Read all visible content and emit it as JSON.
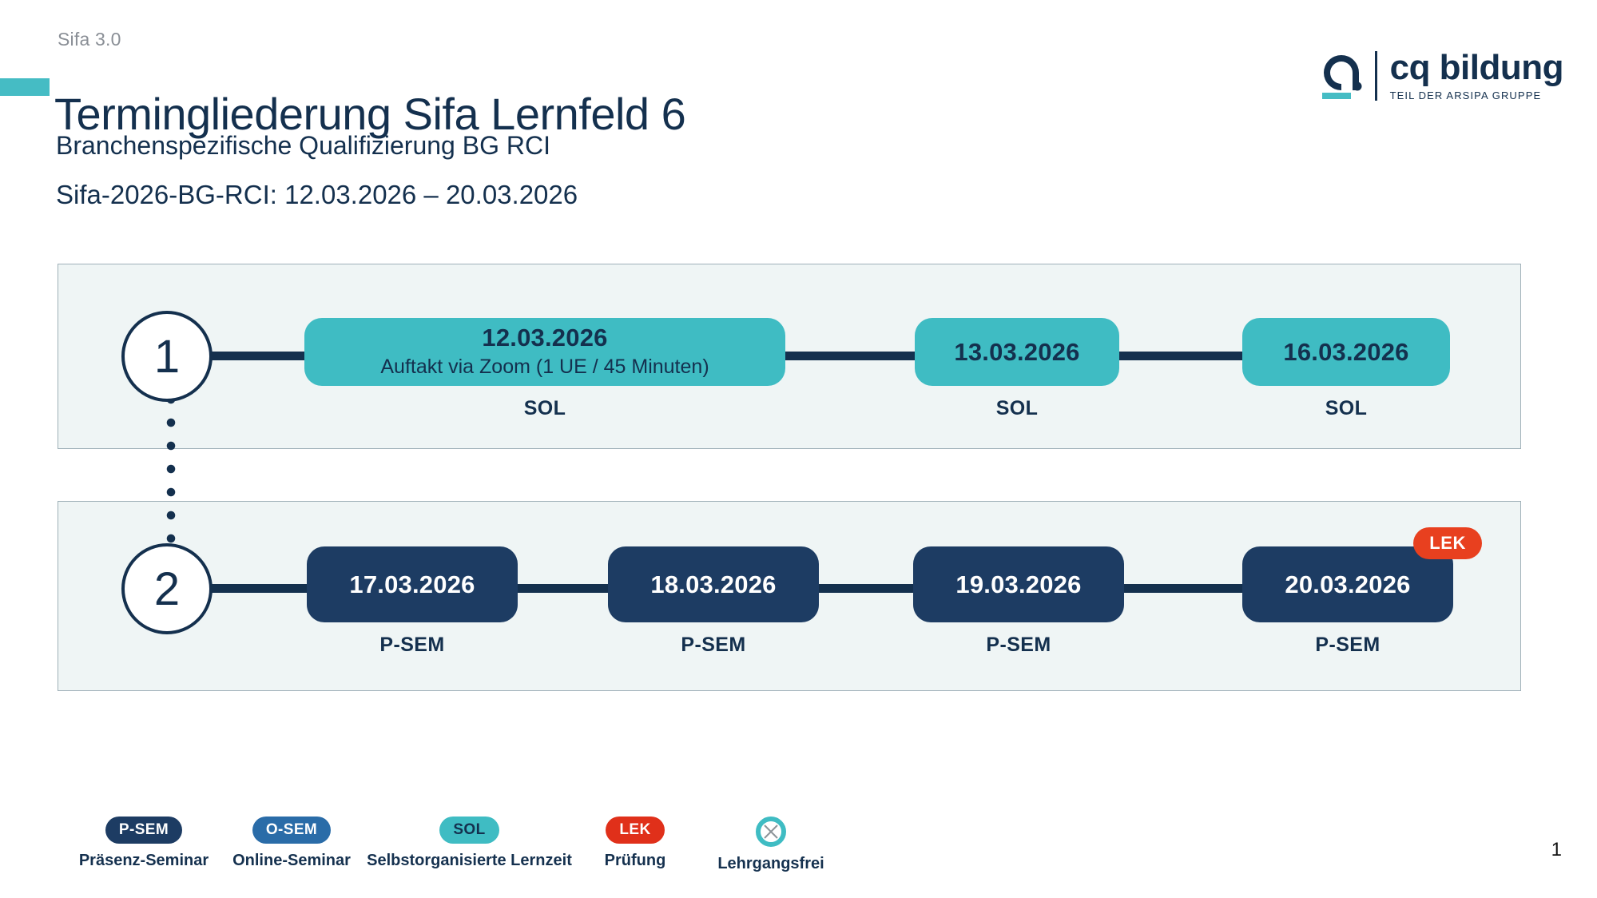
{
  "header": {
    "eyebrow": "Sifa 3.0",
    "title": "Termingliederung Sifa Lernfeld 6",
    "subtitle1": "Branchenspezifische Qualifizierung BG RCI",
    "subtitle2": "Sifa-2026-BG-RCI: 12.03.2026 – 20.03.2026"
  },
  "logo": {
    "mark": "cq-logo-mark",
    "word": "cq bildung",
    "tagline": "TEIL DER ARSIPA GRUPPE"
  },
  "timeline": {
    "phases": [
      {
        "number": "1",
        "nodes": [
          {
            "date": "12.03.2026",
            "sub": "Auftakt via Zoom  (1 UE / 45 Minuten)",
            "caption": "SOL",
            "type": "sol",
            "badge": ""
          },
          {
            "date": "13.03.2026",
            "sub": "",
            "caption": "SOL",
            "type": "sol",
            "badge": ""
          },
          {
            "date": "16.03.2026",
            "sub": "",
            "caption": "SOL",
            "type": "sol",
            "badge": ""
          }
        ]
      },
      {
        "number": "2",
        "nodes": [
          {
            "date": "17.03.2026",
            "sub": "",
            "caption": "P-SEM",
            "type": "psem",
            "badge": ""
          },
          {
            "date": "18.03.2026",
            "sub": "",
            "caption": "P-SEM",
            "type": "psem",
            "badge": ""
          },
          {
            "date": "19.03.2026",
            "sub": "",
            "caption": "P-SEM",
            "type": "psem",
            "badge": ""
          },
          {
            "date": "20.03.2026",
            "sub": "",
            "caption": "P-SEM",
            "type": "psem",
            "badge": "LEK"
          }
        ]
      }
    ]
  },
  "legend": {
    "items": [
      {
        "badge": "P-SEM",
        "label": "Präsenz-Seminar",
        "kind": "psem"
      },
      {
        "badge": "O-SEM",
        "label": "Online-Seminar",
        "kind": "osem"
      },
      {
        "badge": "SOL",
        "label": "Selbstorganisierte Lernzeit",
        "kind": "sol"
      },
      {
        "badge": "LEK",
        "label": "Prüfung",
        "kind": "lek"
      },
      {
        "badge": "",
        "label": "Lehrgangsfrei",
        "kind": "free",
        "icon": "circle-x-icon"
      }
    ]
  },
  "footer": {
    "page_number": "1"
  },
  "colors": {
    "navy": "#14304e",
    "teal": "#3fbcc3",
    "psem_blue": "#1d3c63",
    "osem_blue": "#2a6ca8",
    "red": "#e0301a",
    "panel_bg": "#eff5f5"
  }
}
